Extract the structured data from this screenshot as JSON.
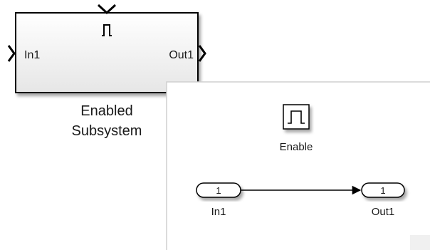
{
  "outer_block": {
    "inport_label": "In1",
    "outport_label": "Out1",
    "enable_symbol": "Π",
    "caption_line1": "Enabled",
    "caption_line2": "Subsystem"
  },
  "inner_view": {
    "enable_block_label": "Enable",
    "enable_block_symbol": "Π",
    "inport": {
      "number": "1",
      "label": "In1"
    },
    "outport": {
      "number": "1",
      "label": "Out1"
    }
  },
  "icons": {
    "enable_port": "pulse-icon",
    "port_arrow": "chevron-right-icon"
  }
}
